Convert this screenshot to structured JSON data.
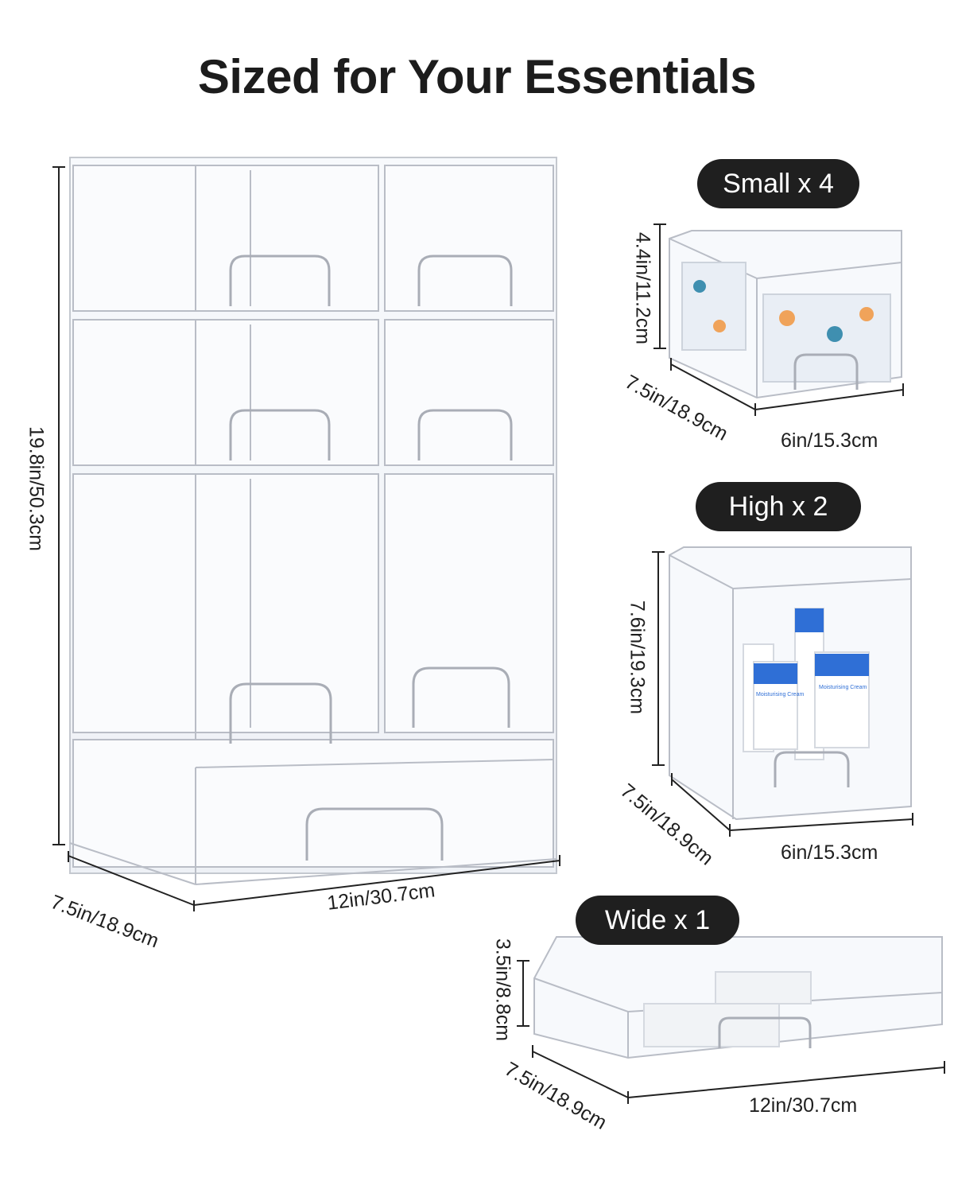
{
  "title": "Sized for Your Essentials",
  "main_stack": {
    "height_label": "19.8in/50.3cm",
    "depth_label": "7.5in/18.9cm",
    "width_label": "12in/30.7cm"
  },
  "small": {
    "badge": "Small x 4",
    "height_label": "4.4in/11.2cm",
    "depth_label": "7.5in/18.9cm",
    "width_label": "6in/15.3cm"
  },
  "high": {
    "badge": "High x 2",
    "height_label": "7.6in/19.3cm",
    "depth_label": "7.5in/18.9cm",
    "width_label": "6in/15.3cm",
    "product_labels": [
      "Moisturising Cream",
      "Moisturising Cream"
    ]
  },
  "wide": {
    "badge": "Wide x 1",
    "height_label": "3.5in/8.8cm",
    "depth_label": "7.5in/18.9cm",
    "width_label": "12in/30.7cm"
  },
  "colors": {
    "pill_bg": "#1f1f1f",
    "outline": "#b8bcc4",
    "accent_blue": "#2f6fd6"
  }
}
